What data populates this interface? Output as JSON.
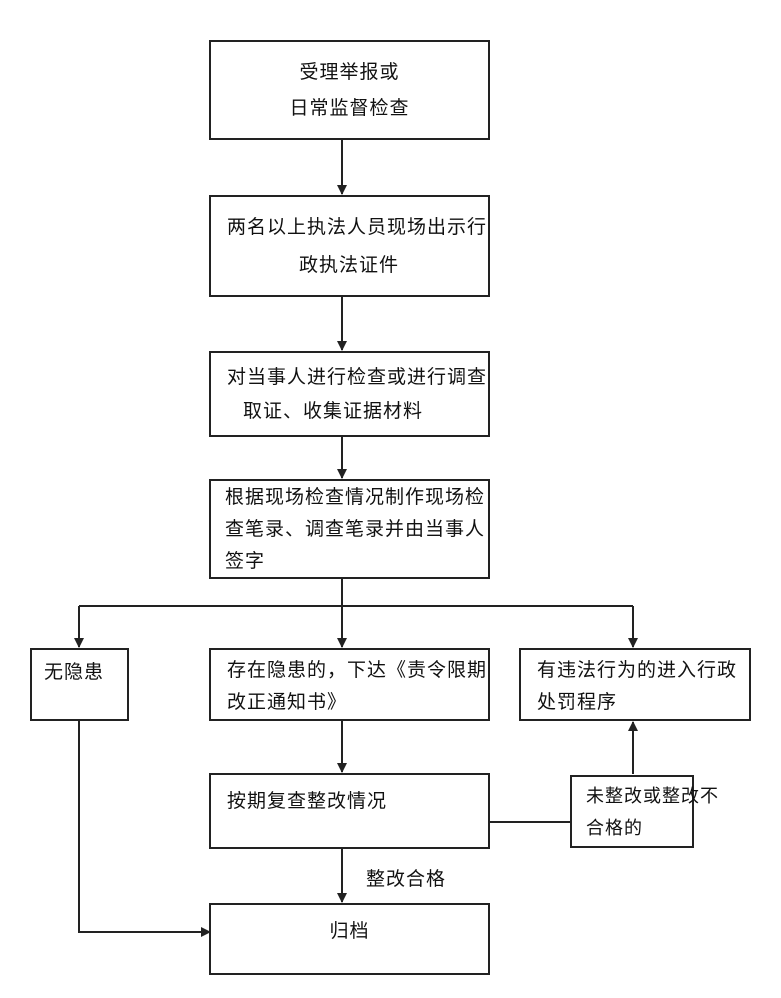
{
  "nodes": {
    "accept": {
      "line1": "受理举报或",
      "line2": "日常监督检查"
    },
    "show_id": {
      "line1": "两名以上执法人员现场出示行",
      "line2": "政执法证件"
    },
    "investigate": {
      "line1": "对当事人进行检查或进行调查",
      "line2": "取证、收集证据材料"
    },
    "record": {
      "line1": "根据现场检查情况制作现场检",
      "line2": "查笔录、调查笔录并由当事人",
      "line3": "签字"
    },
    "no_hazard": {
      "line1": "无隐患"
    },
    "has_hazard": {
      "line1": "存在隐患的，下达《责令限期",
      "line2": "改正通知书》"
    },
    "violation": {
      "line1": "有违法行为的进入行政",
      "line2": "处罚程序"
    },
    "recheck": {
      "line1": "按期复查整改情况"
    },
    "not_rectified": {
      "line1": "未整改或整改不",
      "line2": "合格的"
    },
    "archive": {
      "line1": "归档"
    }
  },
  "edge_labels": {
    "rectified_ok": "整改合格"
  }
}
